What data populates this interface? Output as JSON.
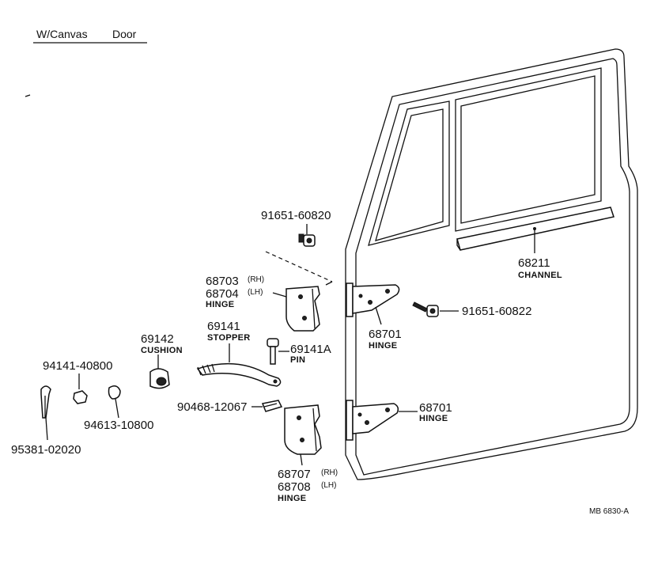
{
  "title": {
    "left": "W/Canvas",
    "right": "Door"
  },
  "parts": {
    "p91651_60820": {
      "num": "91651-60820"
    },
    "p68211": {
      "num": "68211",
      "name": "CHANNEL"
    },
    "p68703": {
      "num": "68703",
      "suffix": "(RH)"
    },
    "p68704": {
      "num": "68704",
      "suffix": "(LH)",
      "name": "HINGE"
    },
    "p91651_60822": {
      "num": "91651-60822"
    },
    "p68701_upper": {
      "num": "68701",
      "name": "HINGE"
    },
    "p69142": {
      "num": "69142",
      "name": "CUSHION"
    },
    "p69141": {
      "num": "69141",
      "name": "STOPPER"
    },
    "p69141A": {
      "num": "69141A",
      "name": "PIN"
    },
    "p94141_40800": {
      "num": "94141-40800"
    },
    "p90468_12067": {
      "num": "90468-12067"
    },
    "p68701_lower": {
      "num": "68701",
      "name": "HINGE"
    },
    "p94613_10800": {
      "num": "94613-10800"
    },
    "p95381_02020": {
      "num": "95381-02020"
    },
    "p68707": {
      "num": "68707",
      "suffix": "(RH)"
    },
    "p68708": {
      "num": "68708",
      "suffix": "(LH)",
      "name": "HINGE"
    }
  },
  "footer": {
    "code": "MB    6830-A"
  }
}
